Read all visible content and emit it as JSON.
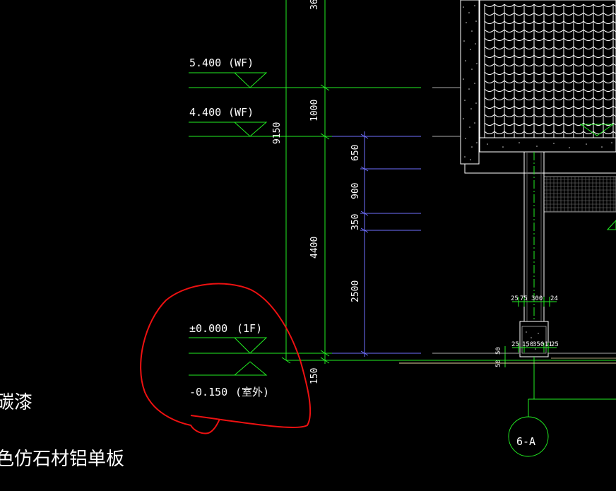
{
  "elevations": {
    "wf_upper": {
      "value": "5.400",
      "floor": "(WF)"
    },
    "wf_lower": {
      "value": "4.400",
      "floor": "(WF)"
    },
    "ground": {
      "value": "±0.000",
      "floor": "(1F)"
    },
    "outdoor": {
      "value": "-0.150",
      "floor": "(室外)"
    }
  },
  "dimensions": {
    "top_partial": "36",
    "d1000": "1000",
    "d9150": "9150",
    "d4400": "4400",
    "d650": "650",
    "d900": "900",
    "d350": "350",
    "d2500": "2500",
    "d150": "150"
  },
  "small_dims": {
    "top_row": [
      "25",
      "75",
      "300",
      "24"
    ],
    "bottom_row": [
      "25",
      "150",
      "350",
      "11",
      "25"
    ],
    "side_a": "50",
    "side_b": "50"
  },
  "notes": {
    "line1": "碳漆",
    "line2": "色仿石材铝单板"
  },
  "grid_bubble": "6-A",
  "colors": {
    "background": "#000000",
    "green": "#22ee22",
    "blue": "#6f6fff",
    "white": "#ffffff",
    "red": "#ee1111",
    "grey": "#aaaaaa",
    "yellow": "#e6d3a0"
  }
}
